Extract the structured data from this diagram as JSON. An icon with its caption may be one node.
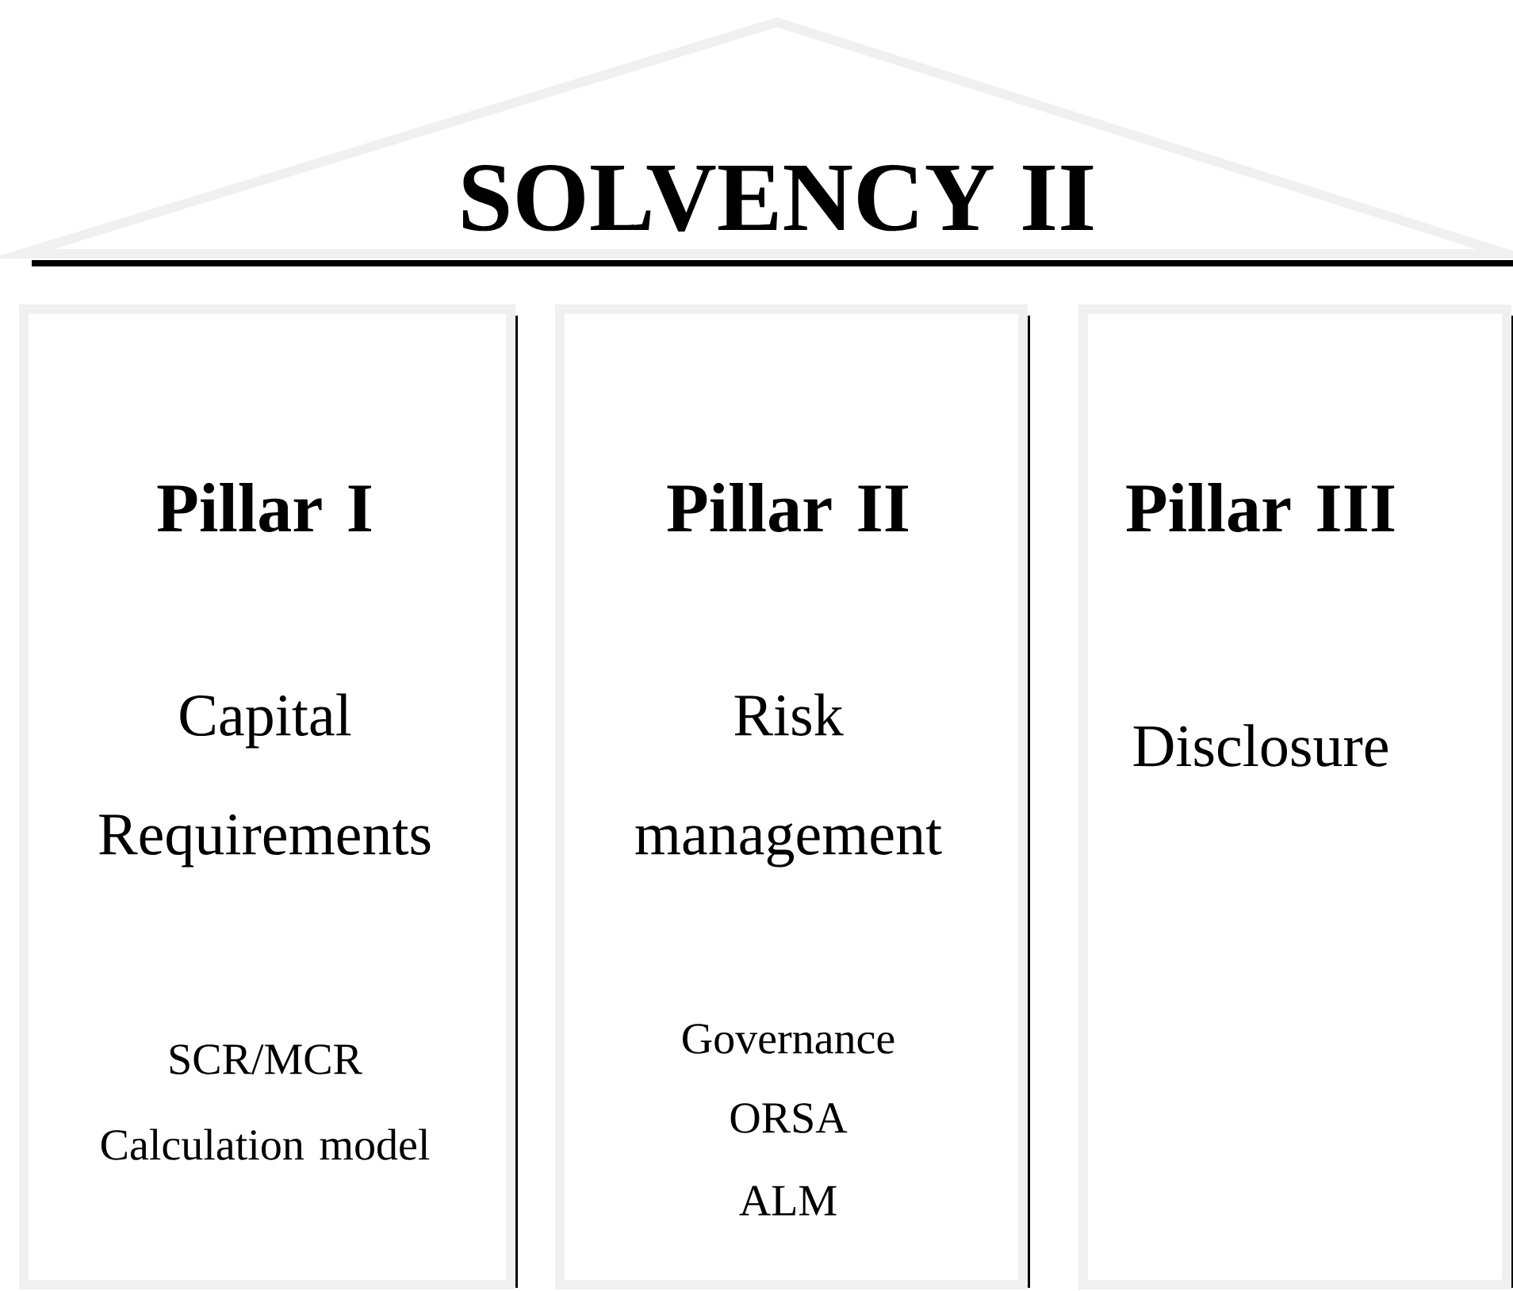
{
  "diagram": {
    "nodes": [
      {
        "text": [
          "SOLVENCY II"
        ]
      },
      {
        "text": [
          "Pillar I",
          "Capital Requirements",
          "SCR/MCR Calculation model"
        ]
      },
      {
        "text": [
          "Pillar II",
          "Risk management",
          "Governance",
          "ORSA",
          "ALM"
        ]
      },
      {
        "text": [
          "Pillar III",
          "Disclosure"
        ]
      }
    ]
  }
}
